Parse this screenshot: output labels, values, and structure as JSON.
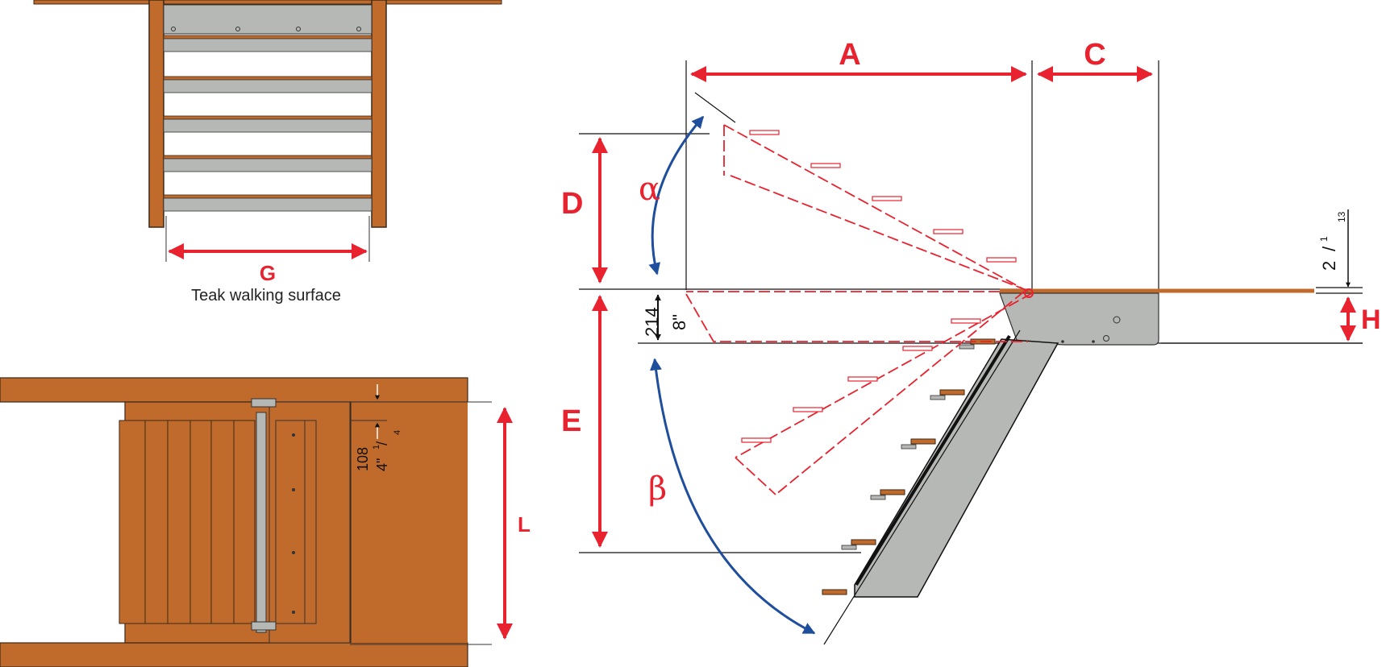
{
  "colors": {
    "red": "#e8222e",
    "blue": "#1f4e9c",
    "teak": "#c06a2b",
    "teak_dark": "#6b3412",
    "steel": "#b6b8b5",
    "line": "#111111"
  },
  "top_view": {
    "label_g": "G",
    "caption": "Teak walking surface"
  },
  "plan_view": {
    "dim_mm": "108",
    "dim_in": "4\"",
    "dim_frac_num": "1",
    "dim_frac_den": "4",
    "label_l": "L"
  },
  "side_view": {
    "label_a": "A",
    "label_c": "C",
    "label_d": "D",
    "label_e": "E",
    "label_h": "H",
    "label_alpha": "α",
    "label_beta": "β",
    "dim_mm": "214",
    "dim_in": "8\"",
    "thick_whole": "2",
    "thick_num": "1",
    "thick_den": "13"
  }
}
